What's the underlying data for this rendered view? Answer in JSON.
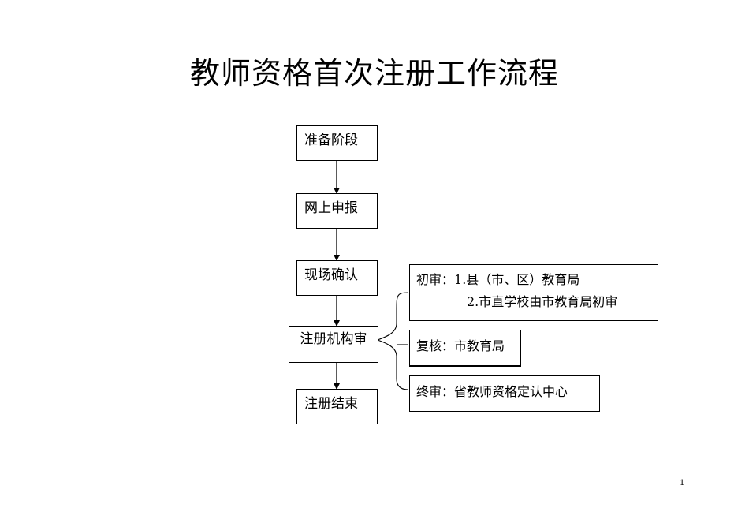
{
  "title": "教师资格首次注册工作流程",
  "steps": [
    "准备阶段",
    "网上申报",
    "现场确认",
    "注册机构审",
    "注册结束"
  ],
  "review_notes": {
    "initial": {
      "prefix": "初审：",
      "line1": "1.县（市、区）教育局",
      "line2": "2.市直学校由市教育局初审"
    },
    "recheck": "复核：市教育局",
    "final": "终审：省教师资格定认中心"
  },
  "page_number": "1"
}
